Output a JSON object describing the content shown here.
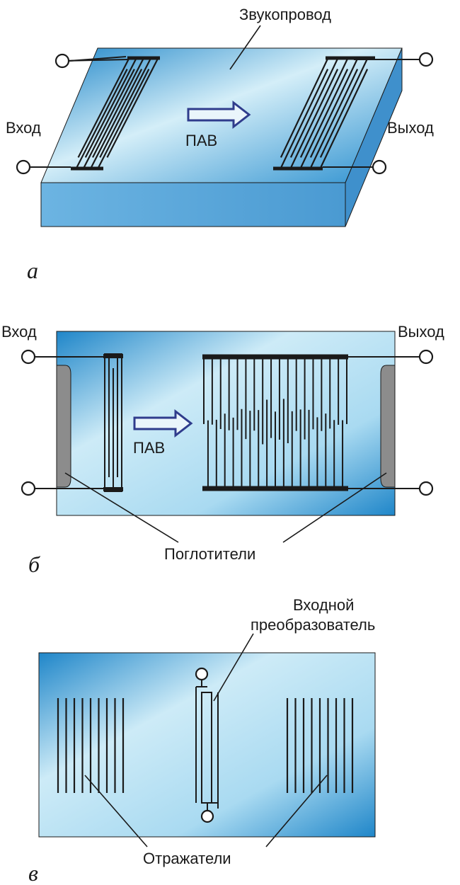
{
  "colors": {
    "substrate_light": "#cfeaf6",
    "substrate_mid": "#7cc1e6",
    "substrate_dark": "#1f86c9",
    "side_face": "#5aa8da",
    "absorber": "#8c8c8c",
    "arrow_outline": "#2f3c8c",
    "electrode": "#1a1a1a"
  },
  "panel_a": {
    "letter": "а",
    "substrate_label": "Звукопровод",
    "input_label": "Вход",
    "output_label": "Выход",
    "wave_label": "ПАВ"
  },
  "panel_b": {
    "letter": "б",
    "input_label": "Вход",
    "output_label": "Выход",
    "wave_label": "ПАВ",
    "absorbers_label": "Поглотители"
  },
  "panel_c": {
    "letter": "в",
    "transducer_label_line1": "Входной",
    "transducer_label_line2": "преобразователь",
    "reflectors_label": "Отражатели"
  }
}
